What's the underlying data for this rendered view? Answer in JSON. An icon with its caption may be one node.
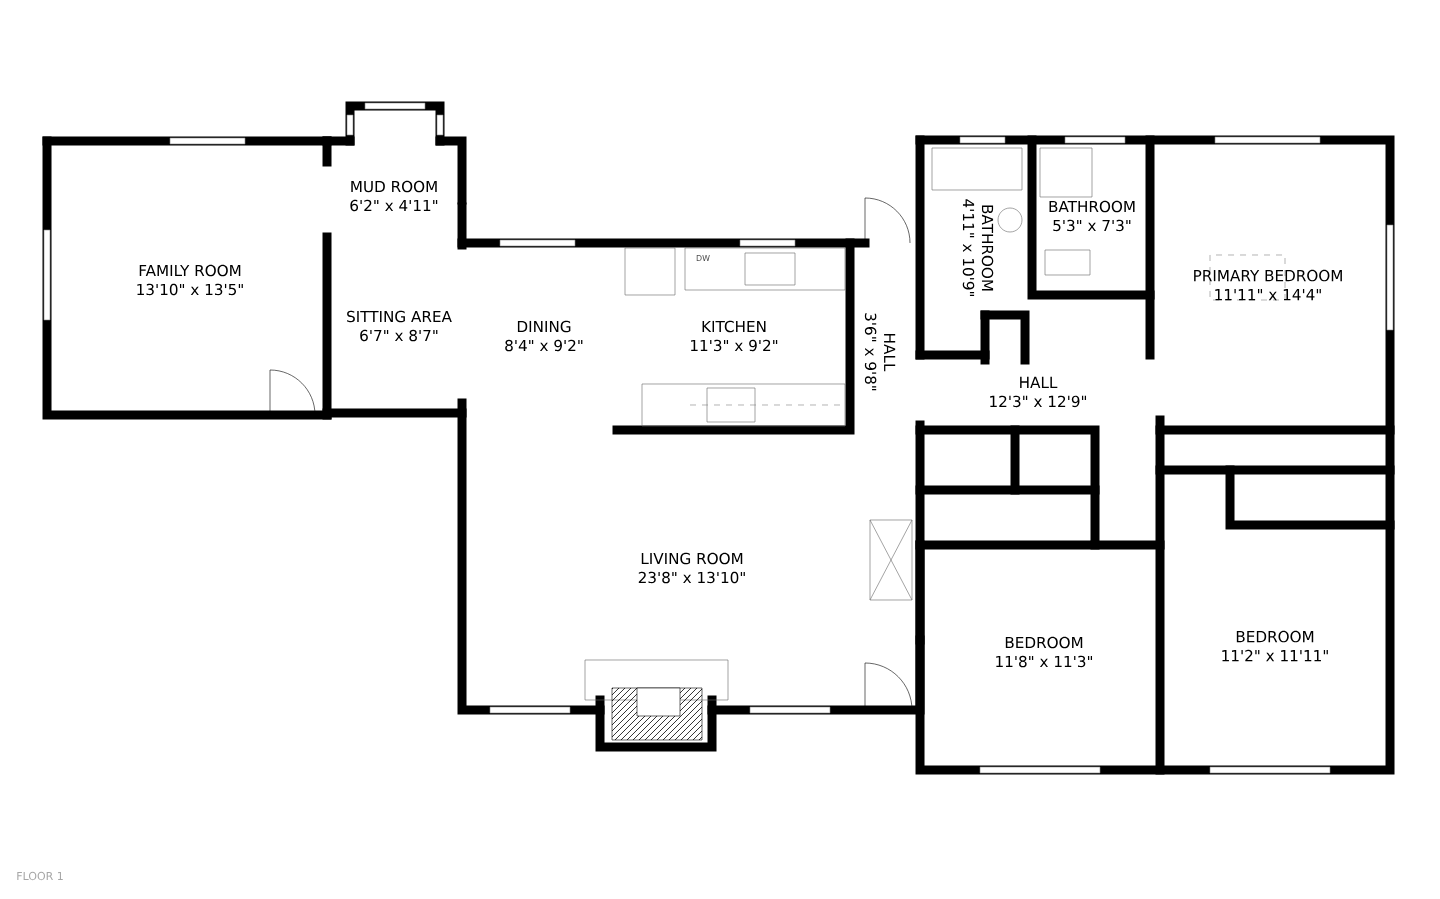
{
  "diagram": {
    "nodes": [
      {
        "text": [
          "FAMILY ROOM",
          "13'10\" x 13'5\""
        ]
      },
      {
        "text": [
          "MUD ROOM",
          "6'2\" x 4'11\""
        ]
      },
      {
        "text": [
          "SITTING AREA",
          "6'7\" x 8'7\""
        ]
      },
      {
        "text": [
          "DINING",
          "8'4\" x 9'2\""
        ]
      },
      {
        "text": [
          "KITCHEN",
          "11'3\" x 9'2\""
        ]
      },
      {
        "text": [
          "HALL",
          "3'6\" x 9'8\""
        ]
      },
      {
        "text": [
          "BATHROOM",
          "4'11\" x 10'9\""
        ]
      },
      {
        "text": [
          "BATHROOM",
          "5'3\" x 7'3\""
        ]
      },
      {
        "text": [
          "PRIMARY BEDROOM",
          "11'11\" x 14'4\""
        ]
      },
      {
        "text": [
          "HALL",
          "12'3\" x 12'9\""
        ]
      },
      {
        "text": [
          "LIVING ROOM",
          "23'8\" x 13'10\""
        ]
      },
      {
        "text": [
          "BEDROOM",
          "11'8\" x 11'3\""
        ]
      },
      {
        "text": [
          "BEDROOM",
          "11'2\" x 11'11\""
        ]
      }
    ],
    "labels": [
      "DW",
      "FLOOR 1"
    ]
  }
}
